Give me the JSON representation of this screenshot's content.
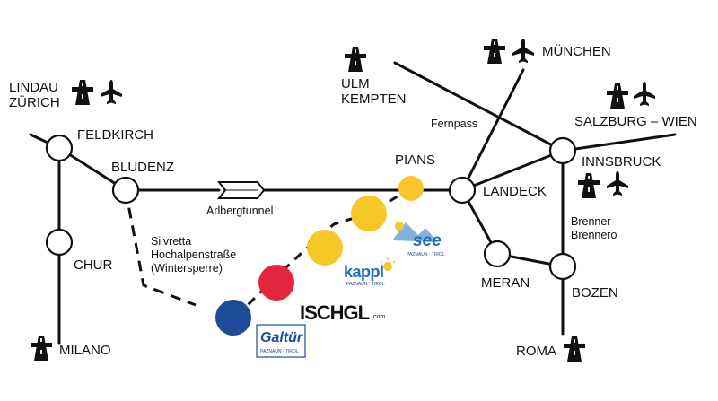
{
  "places": {
    "lindau_zuerich": "LINDAU\nZÜRICH",
    "feldkirch": "FELDKIRCH",
    "bludenz": "BLUDENZ",
    "chur": "CHUR",
    "milano": "MILANO",
    "ulm_kempten": "ULM\nKEMPTEN",
    "muenchen": "MÜNCHEN",
    "fernpass": "Fernpass",
    "salzburg_wien": "SALZBURG – WIEN",
    "pians": "PIANS",
    "landeck": "LANDECK",
    "innsbruck": "INNSBRUCK",
    "brenner": "Brenner\nBrennero",
    "meran": "MERAN",
    "bozen": "BOZEN",
    "roma": "ROMA",
    "arlbergtunnel": "Arlbergtunnel",
    "silvretta": "Silvretta\nHochalpenstraße\n(Wintersperre)"
  },
  "logos": {
    "see": "see",
    "see_sub": "PAZNAUN · TIROL",
    "kappl": "kappl",
    "kappl_sub": "PAZNAUN · TIROL",
    "ischgl": "ISCHGL",
    "ischgl_suffix": ".com",
    "galtuer": "Galtür",
    "galtuer_sub": "PAZNAUN · TIROL"
  },
  "colors": {
    "yellow": "#f7c72a",
    "red": "#e3263d",
    "blue": "#1c4c97",
    "road": "#111111"
  },
  "icons": [
    "highway-icon",
    "airplane-icon"
  ]
}
